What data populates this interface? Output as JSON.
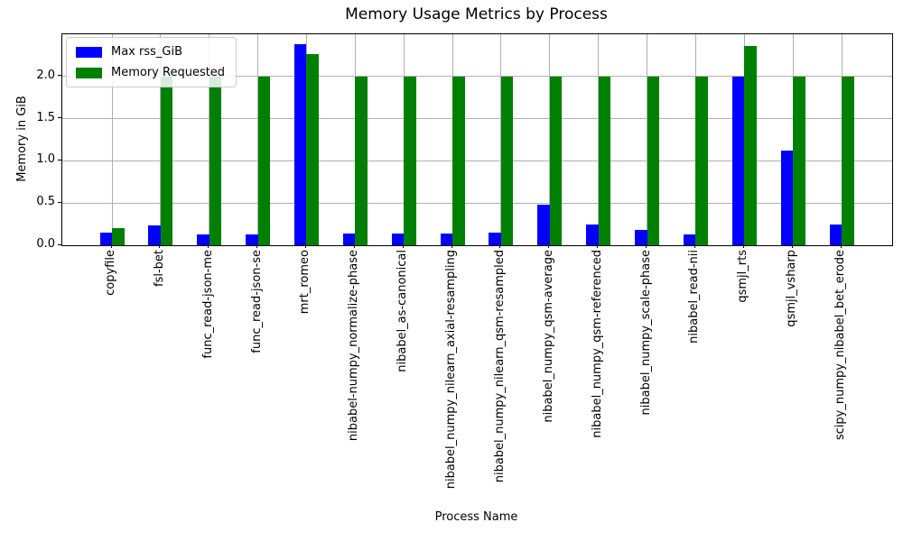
{
  "chart_data": {
    "type": "bar",
    "title": "Memory Usage Metrics by Process",
    "xlabel": "Process Name",
    "ylabel": "Memory in GiB",
    "ylim": [
      0,
      2.5
    ],
    "yticks": [
      0.0,
      0.5,
      1.0,
      1.5,
      2.0
    ],
    "grid": true,
    "legend_position": "upper left",
    "categories": [
      "copyfile",
      "fsl-bet",
      "func_read-json-me",
      "func_read-json-se",
      "mrt_romeo",
      "nibabel-numpy_normalize-phase",
      "nibabel_as-canonical",
      "nibabel_numpy_nilearn_axial-resampling",
      "nibabel_numpy_nilearn_qsm-resampled",
      "nibabel_numpy_qsm-average",
      "nibabel_numpy_qsm-referenced",
      "nibabel_numpy_scale-phase",
      "nibabel_read-nii",
      "qsmjl_rts",
      "qsmjl_vsharp",
      "scipy_numpy_nibabel_bet_erode"
    ],
    "series": [
      {
        "name": "Max rss_GiB",
        "color": "#0000ff",
        "values": [
          0.15,
          0.24,
          0.13,
          0.13,
          2.38,
          0.14,
          0.14,
          0.14,
          0.15,
          0.48,
          0.25,
          0.18,
          0.13,
          2.0,
          1.12,
          0.25
        ]
      },
      {
        "name": "Memory Requested",
        "color": "#008000",
        "values": [
          0.2,
          2.0,
          2.0,
          2.0,
          2.26,
          2.0,
          2.0,
          2.0,
          2.0,
          2.0,
          2.0,
          2.0,
          2.0,
          2.36,
          2.0,
          2.0
        ]
      }
    ]
  }
}
